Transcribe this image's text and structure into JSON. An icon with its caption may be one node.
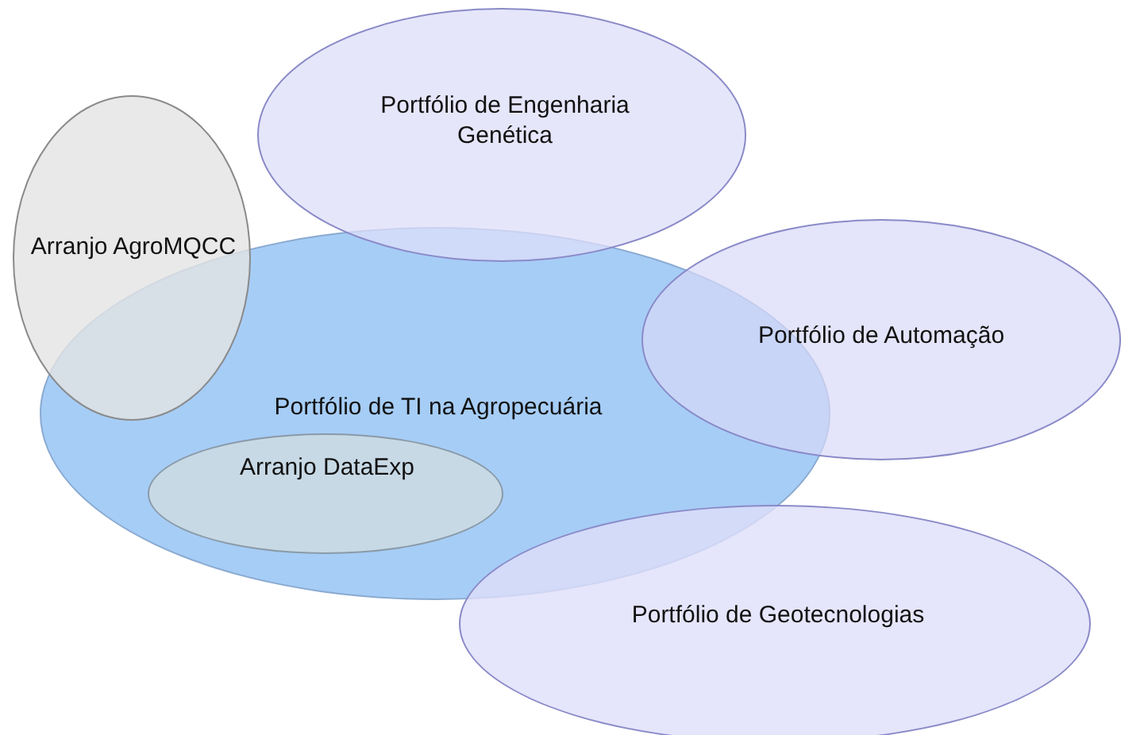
{
  "diagram": {
    "nodes": [
      {
        "text": [
          "Portfólio de Engenharia Genética"
        ]
      },
      {
        "text": [
          "Arranjo AgroMQCC"
        ]
      },
      {
        "text": [
          "Portfólio de Automação"
        ]
      },
      {
        "text": [
          "Portfólio de TI na Agropecuária"
        ]
      },
      {
        "text": [
          "Arranjo DataExp"
        ],
        "in": 3
      },
      {
        "text": [
          "Portfólio de Geotecnologias"
        ]
      }
    ]
  }
}
